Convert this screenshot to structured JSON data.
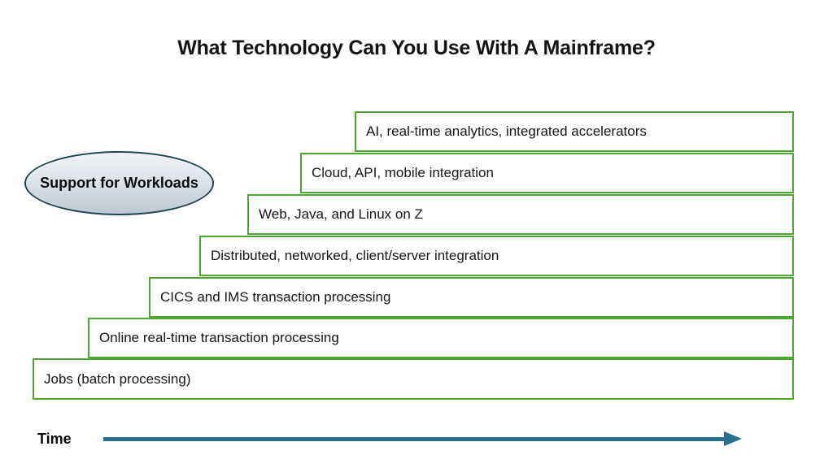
{
  "title": "What Technology Can You Use With A Mainframe?",
  "ellipse": {
    "label": "Support for Workloads"
  },
  "diagram": {
    "steps": [
      {
        "label": "AI, real-time analytics, integrated accelerators"
      },
      {
        "label": "Cloud, API, mobile integration"
      },
      {
        "label": "Web, Java, and Linux on Z"
      },
      {
        "label": "Distributed, networked, client/server integration"
      },
      {
        "label": "CICS and IMS transaction processing"
      },
      {
        "label": "Online real-time transaction processing"
      },
      {
        "label": "Jobs (batch processing)"
      }
    ]
  },
  "timeline": {
    "label": "Time"
  },
  "colors": {
    "step_border": "#4ea72e",
    "arrow": "#2a6d8e",
    "ellipse_border": "#1e4554",
    "ellipse_fill_top": "#eef2f6",
    "ellipse_fill_bottom": "#bcc7d1"
  }
}
